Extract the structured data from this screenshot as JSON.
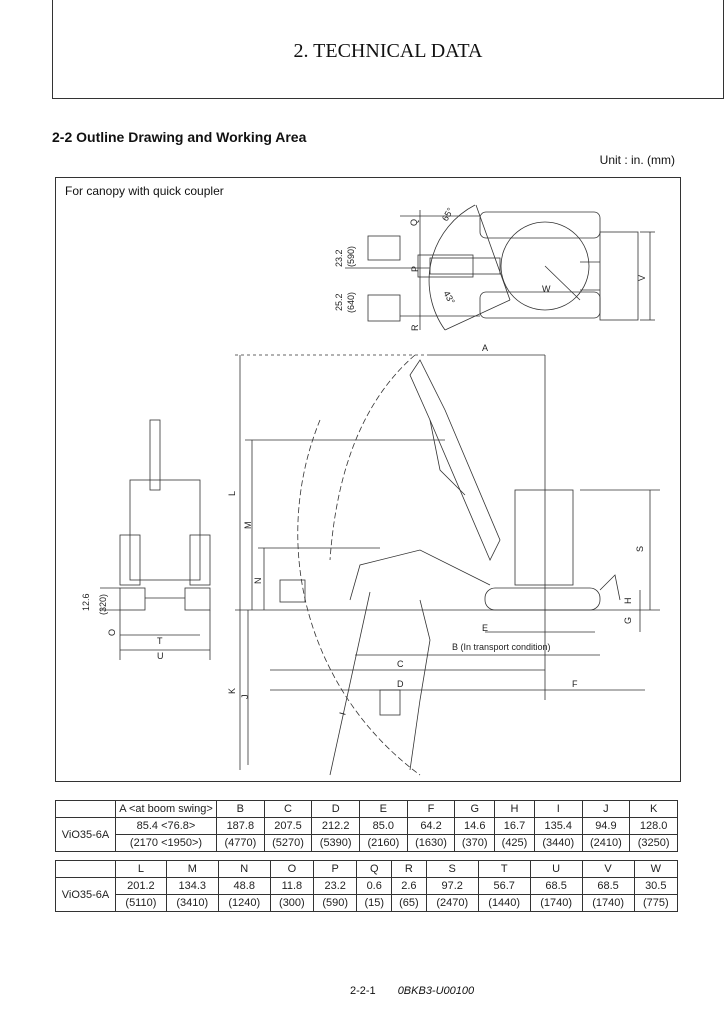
{
  "header": {
    "title": "2. TECHNICAL DATA"
  },
  "section": {
    "title": "2-2 Outline Drawing and Working Area",
    "unit": "Unit : in. (mm)"
  },
  "drawing": {
    "caption": "For canopy with quick coupler",
    "labels": {
      "A": "A",
      "B": "B (In transport condition)",
      "C": "C",
      "D": "D",
      "E": "E",
      "F": "F",
      "G": "G",
      "H": "H",
      "I": "I",
      "J": "J",
      "K": "K",
      "L": "L",
      "M": "M",
      "N": "N",
      "O": "O",
      "P": "P",
      "Q": "Q",
      "R": "R",
      "S": "S",
      "T": "T",
      "U": "U",
      "V": "V",
      "W": "W",
      "angle_65": "65°",
      "angle_43": "43°",
      "offset_left_in": "23.2",
      "offset_left_mm": "(590)",
      "offset_right_in": "25.2",
      "offset_right_mm": "(640)",
      "front_in": "12.6",
      "front_mm": "(320)"
    }
  },
  "table1": {
    "headers": [
      "",
      "A <at boom swing>",
      "B",
      "C",
      "D",
      "E",
      "F",
      "G",
      "H",
      "I",
      "J",
      "K"
    ],
    "model": "ViO35-6A",
    "inch": [
      "85.4 <76.8>",
      "187.8",
      "207.5",
      "212.2",
      "85.0",
      "64.2",
      "14.6",
      "16.7",
      "135.4",
      "94.9",
      "128.0"
    ],
    "mm": [
      "(2170 <1950>)",
      "(4770)",
      "(5270)",
      "(5390)",
      "(2160)",
      "(1630)",
      "(370)",
      "(425)",
      "(3440)",
      "(2410)",
      "(3250)"
    ]
  },
  "table2": {
    "headers": [
      "",
      "L",
      "M",
      "N",
      "O",
      "P",
      "Q",
      "R",
      "S",
      "T",
      "U",
      "V",
      "W"
    ],
    "model": "ViO35-6A",
    "inch": [
      "201.2",
      "134.3",
      "48.8",
      "11.8",
      "23.2",
      "0.6",
      "2.6",
      "97.2",
      "56.7",
      "68.5",
      "68.5",
      "30.5"
    ],
    "mm": [
      "(5110)",
      "(3410)",
      "(1240)",
      "(300)",
      "(590)",
      "(15)",
      "(65)",
      "(2470)",
      "(1440)",
      "(1740)",
      "(1740)",
      "(775)"
    ]
  },
  "footer": {
    "page": "2-2-1",
    "doc_code": "0BKB3-U00100"
  }
}
